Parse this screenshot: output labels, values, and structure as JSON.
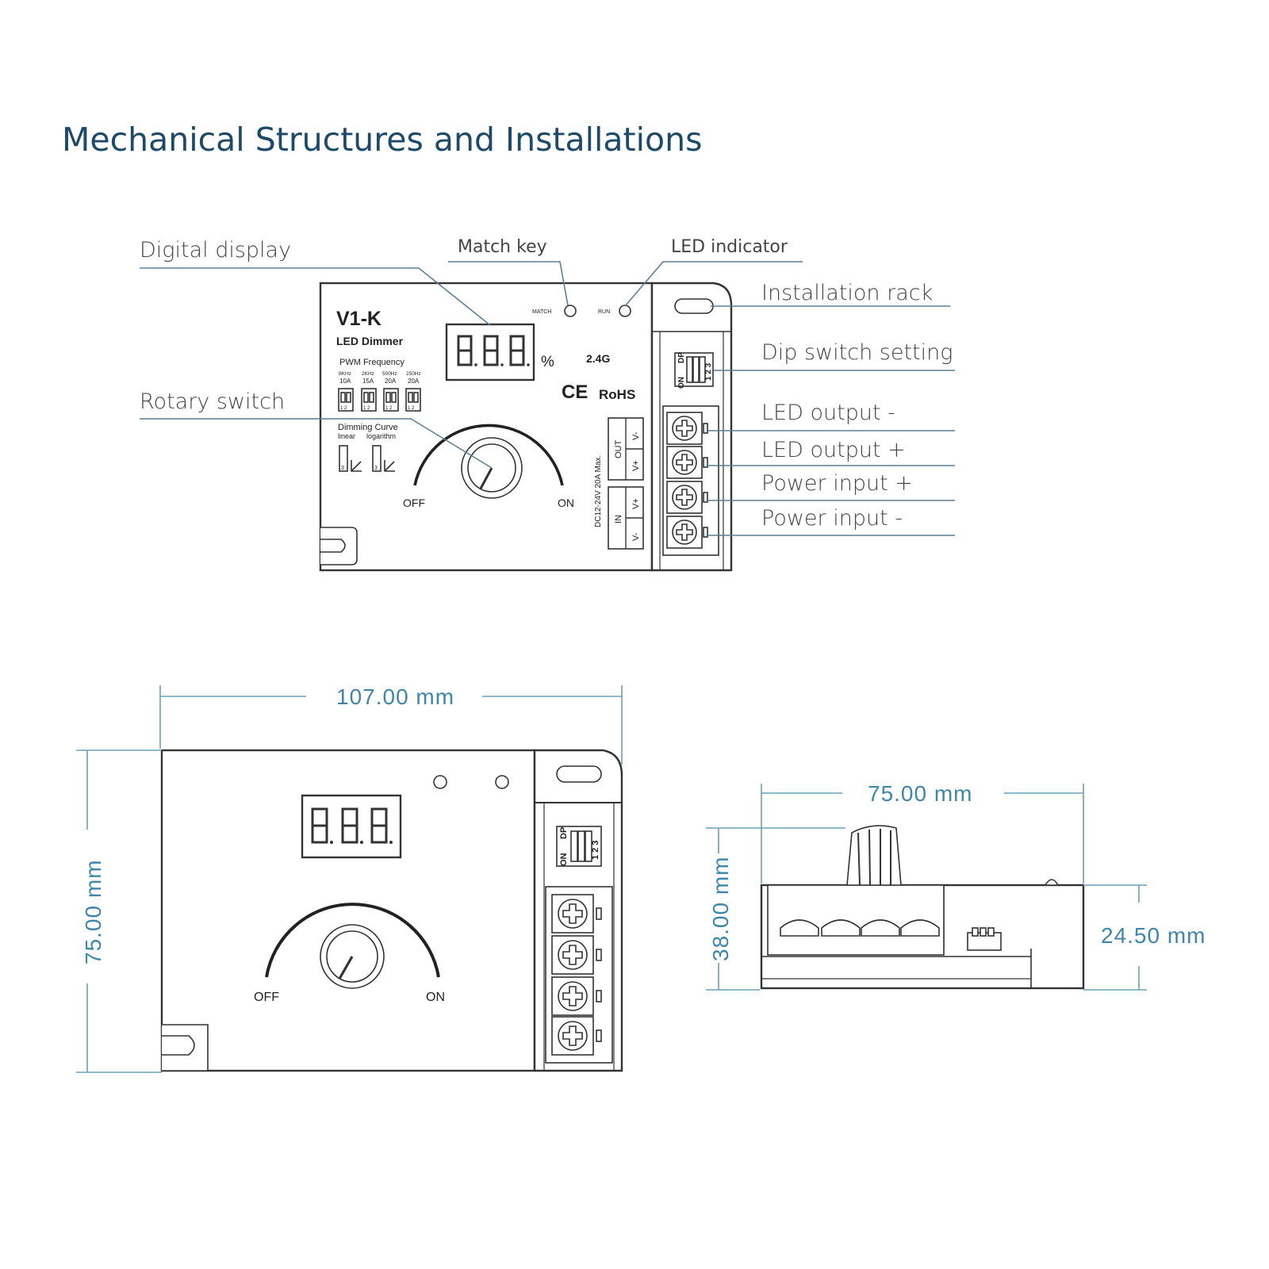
{
  "title": "Mechanical Structures and Installations",
  "callouts": {
    "digital_display": "Digital display",
    "match_key": "Match key",
    "led_indicator": "LED indicator",
    "installation_rack": "Installation rack",
    "dip_switch_setting": "Dip switch setting",
    "rotary_switch": "Rotary switch",
    "led_output_minus": "LED output -",
    "led_output_plus": "LED output +",
    "power_input_plus": "Power input +",
    "power_input_minus": "Power input -"
  },
  "device": {
    "model": "V1-K",
    "subtitle": "LED Dimmer",
    "pwm_title": "PWM Frequency",
    "pwm_freqs": [
      "8KHz",
      "2KHz",
      "500Hz",
      "250Hz"
    ],
    "pwm_currents": [
      "10A",
      "15A",
      "20A",
      "20A"
    ],
    "dip_numbers": "1 2",
    "curve_title": "Dimming Curve",
    "curve_linear": "linear",
    "curve_log": "logarithm",
    "dip3": "3",
    "match_label": "MATCH",
    "run_label": "RUN",
    "percent": "%",
    "freq_label": "2.4G",
    "ce_mark": "CE",
    "rohs": "RoHS",
    "off": "OFF",
    "on": "ON",
    "out_label": "OUT",
    "in_label": "IN",
    "vminus": "V-",
    "vplus": "V+",
    "rating": "DC12-24V  20A Max.",
    "dip_on": "ON",
    "dip_dp": "DP",
    "dip_nums": "1 2 3"
  },
  "dimensions": {
    "width": "107.00 mm",
    "height": "75.00 mm",
    "side_length": "75.00 mm",
    "side_total_height": "38.00 mm",
    "side_body_height": "24.50 mm"
  },
  "colors": {
    "title": "#1c4a68",
    "dimension": "#3f86a8",
    "leader": "#5b7f94"
  }
}
